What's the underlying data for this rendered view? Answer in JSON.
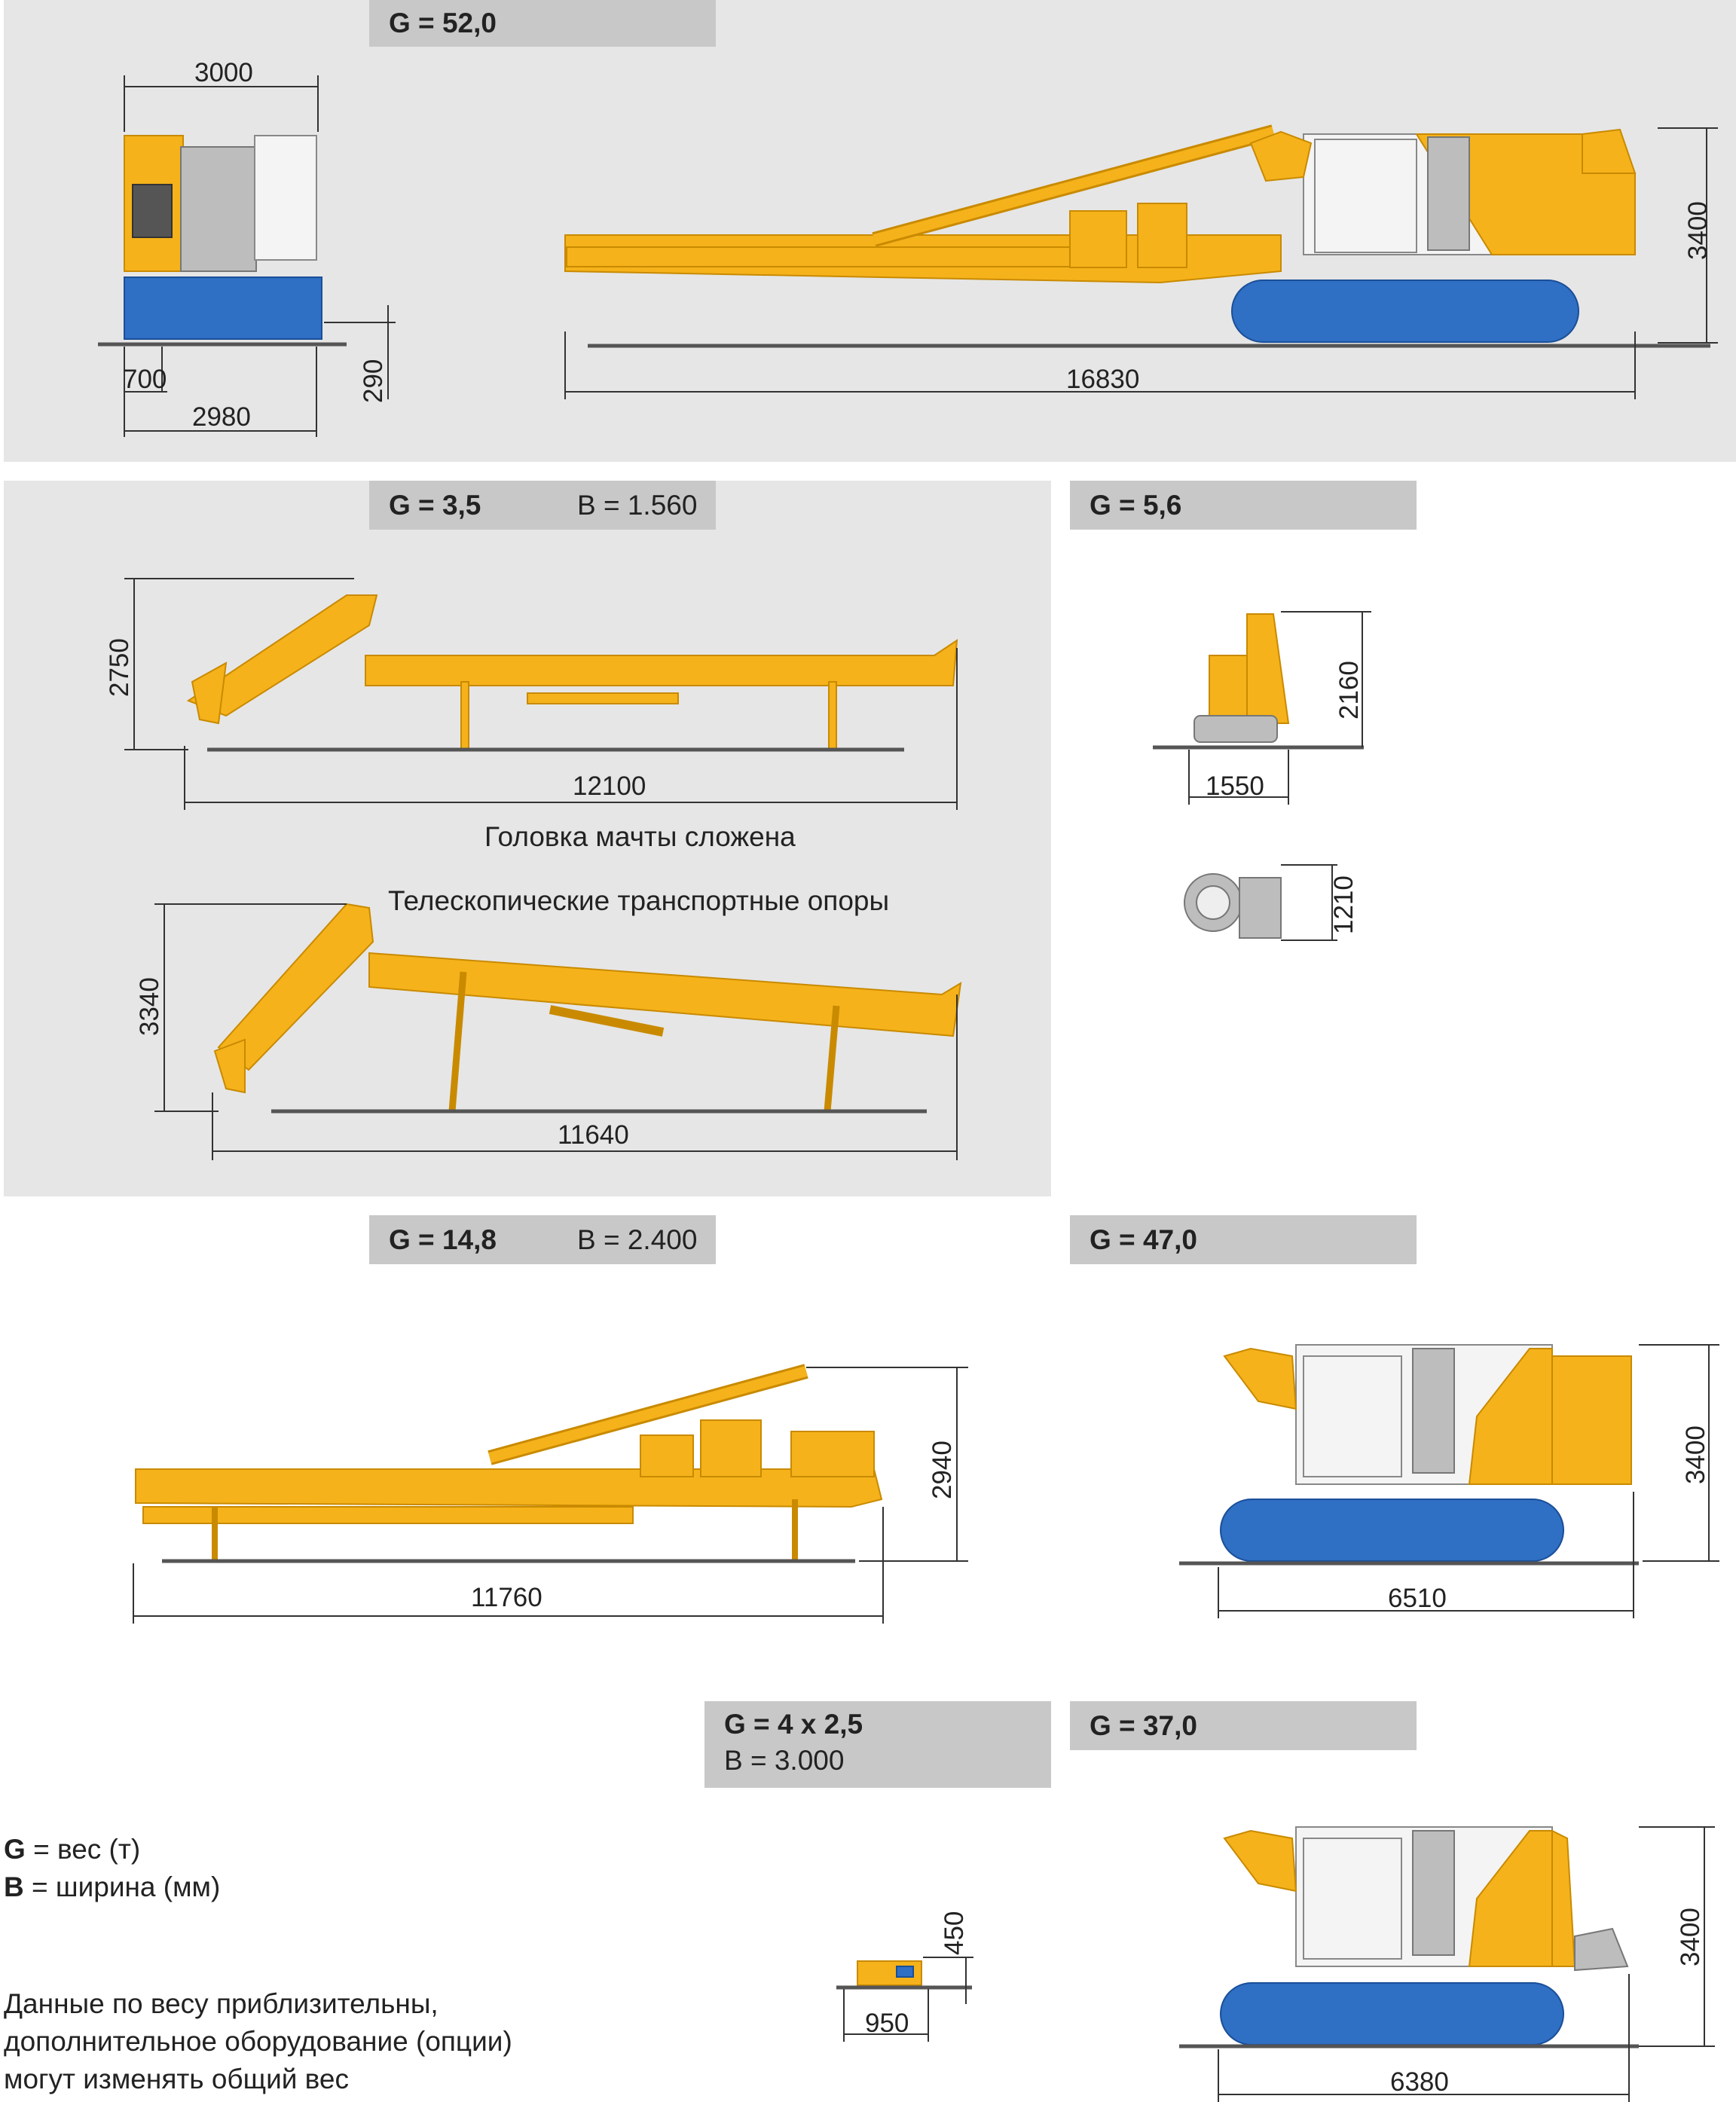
{
  "panels": {
    "p1": {
      "weight": "G = 52,0",
      "front_width": "3000",
      "track_width": "2980",
      "track_shoe": "700",
      "clearance": "290",
      "length": "16830",
      "height": "3400"
    },
    "p2": {
      "weight": "G = 3,5",
      "width": "B = 1.560",
      "folded_length": "12100",
      "folded_height": "2750",
      "caption_folded": "Головка мачты сложена",
      "caption_supports": "Телескопические транспортные опоры",
      "length2": "11640",
      "height2": "3340"
    },
    "p3": {
      "weight": "G = 5,6",
      "height": "2160",
      "width": "1550",
      "top_height": "1210"
    },
    "p4": {
      "weight": "G = 14,8",
      "width": "B = 2.400",
      "length": "11760",
      "height": "2940"
    },
    "p5": {
      "weight": "G = 47,0",
      "length": "6510",
      "height": "3400"
    },
    "p6": {
      "weight": "G = 4 x 2,5",
      "width": "B = 3.000",
      "length": "950",
      "height": "450"
    },
    "p7": {
      "weight": "G = 37,0",
      "length": "6380",
      "height": "3400"
    }
  },
  "legend": {
    "g_key": "G",
    "g_text": "= вес (т)",
    "b_key": "B",
    "b_text": "= ширина (мм)",
    "note1": "Данные по весу приблизительны,",
    "note2": "дополнительное оборудование (опции)",
    "note3": "могут изменять общий вес"
  },
  "colors": {
    "panel": "#e6e6e6",
    "header": "#c8c8c8",
    "machine_yellow": "#f5b21a",
    "track_blue": "#2f6fc4"
  }
}
